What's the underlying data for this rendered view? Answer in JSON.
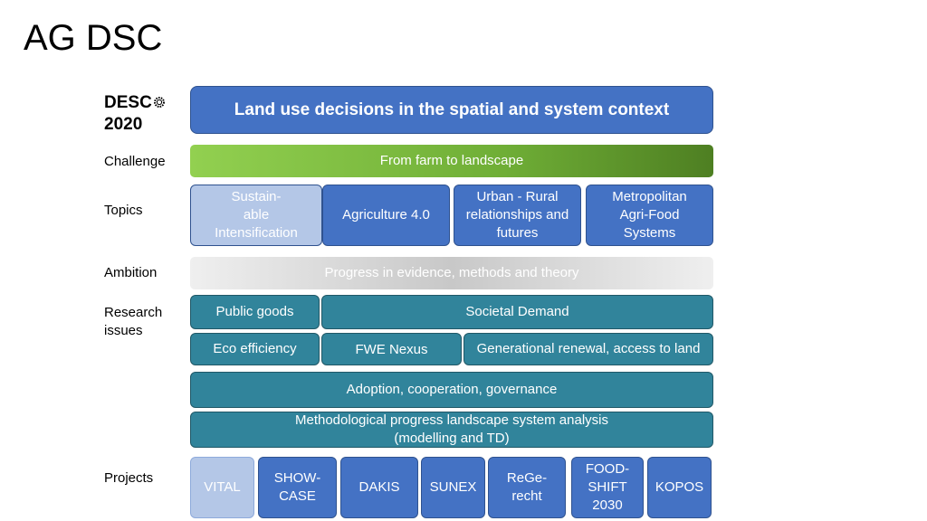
{
  "title": "AG DSC",
  "desc": {
    "line1": "DESC",
    "line2": "2020"
  },
  "labels": {
    "challenge": "Challenge",
    "topics": "Topics",
    "ambition": "Ambition",
    "research_line1": "Research",
    "research_line2": "issues",
    "projects": "Projects"
  },
  "header": "Land use decisions  in the spatial and system context",
  "challenge": "From farm to landscape",
  "topics": [
    {
      "lines": [
        "Sustain-",
        "able",
        "Intensification"
      ]
    },
    {
      "lines": [
        "Agriculture 4.0"
      ]
    },
    {
      "lines": [
        "Urban - Rural",
        "relationships and",
        "futures"
      ]
    },
    {
      "lines": [
        "Metropolitan",
        "Agri-Food",
        "Systems"
      ]
    }
  ],
  "ambition": "Progress in evidence, methods and theory",
  "research": {
    "public_goods": "Public goods",
    "societal_demand": "Societal Demand",
    "eco_efficiency": "Eco efficiency",
    "fwe_nexus": "FWE Nexus",
    "generational": "Generational renewal, access to land",
    "adoption": "Adoption, cooperation, governance",
    "method_line1": "Methodological progress landscape system analysis",
    "method_line2": "(modelling and TD)"
  },
  "projects": [
    {
      "lines": [
        "VITAL"
      ]
    },
    {
      "lines": [
        "SHOW-",
        "CASE"
      ]
    },
    {
      "lines": [
        "DAKIS"
      ]
    },
    {
      "lines": [
        "SUNEX"
      ]
    },
    {
      "lines": [
        "ReGe-",
        "recht"
      ]
    },
    {
      "lines": [
        "FOOD-",
        "SHIFT",
        "2030"
      ]
    },
    {
      "lines": [
        "KOPOS"
      ]
    }
  ]
}
